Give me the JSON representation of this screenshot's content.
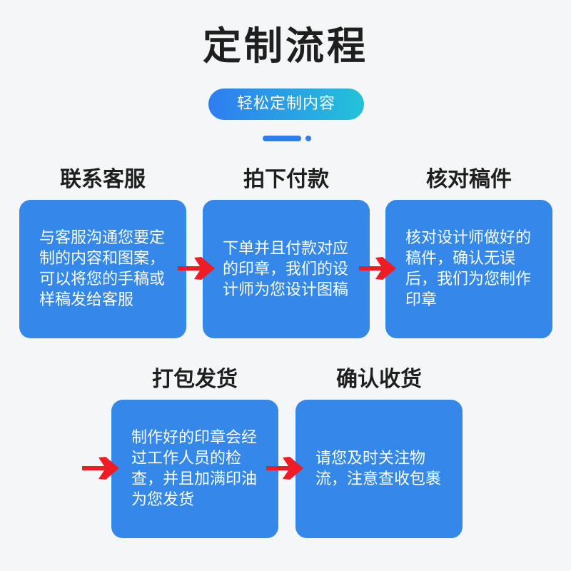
{
  "header": {
    "title": "定制流程",
    "subtitle": "轻松定制内容"
  },
  "steps": [
    {
      "title": "联系客服",
      "text": "与客服沟通您要定制的内容和图案，可以将您的手稿或样稿发给客服"
    },
    {
      "title": "拍下付款",
      "text": "下单并且付款对应的印章，我们的设计师为您设计图稿"
    },
    {
      "title": "核对稿件",
      "text": "核对设计师做好的稿件，确认无误后，我们为您制作印章"
    },
    {
      "title": "打包发货",
      "text": "制作好的印章会经过工作人员的检查，并且加满印油为您发货"
    },
    {
      "title": "确认收货",
      "text": "请您及时关注物流，注意查收包裹"
    }
  ],
  "colors": {
    "card": "#3388ea",
    "arrow": "#ee1c24",
    "pill_start": "#2f7df0",
    "pill_end": "#23c2d9"
  },
  "icons": [
    "arrow-right-icon"
  ]
}
